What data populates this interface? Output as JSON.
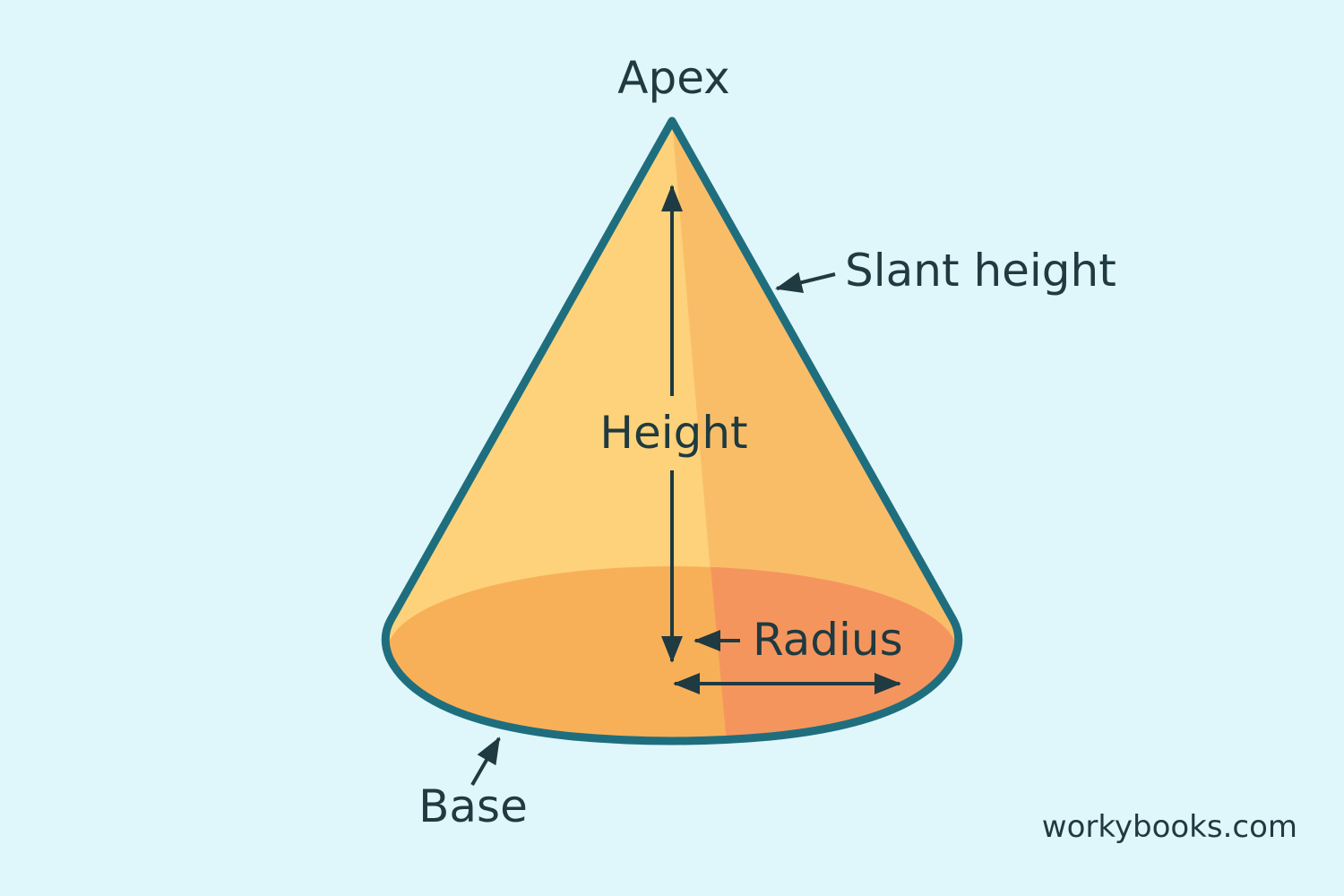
{
  "diagram": {
    "labels": {
      "apex": "Apex",
      "slant_height": "Slant height",
      "height": "Height",
      "radius": "Radius",
      "base": "Base"
    },
    "footer": {
      "site": "workybooks.com"
    },
    "colors": {
      "background": "#dff6fb",
      "outline": "#1f6e7e",
      "cone_light": "#fdd27a",
      "cone_shade": "#f9bd68",
      "base_fill": "#f8b058",
      "base_shade": "#f5955e",
      "annotation": "#1f3a40"
    }
  }
}
